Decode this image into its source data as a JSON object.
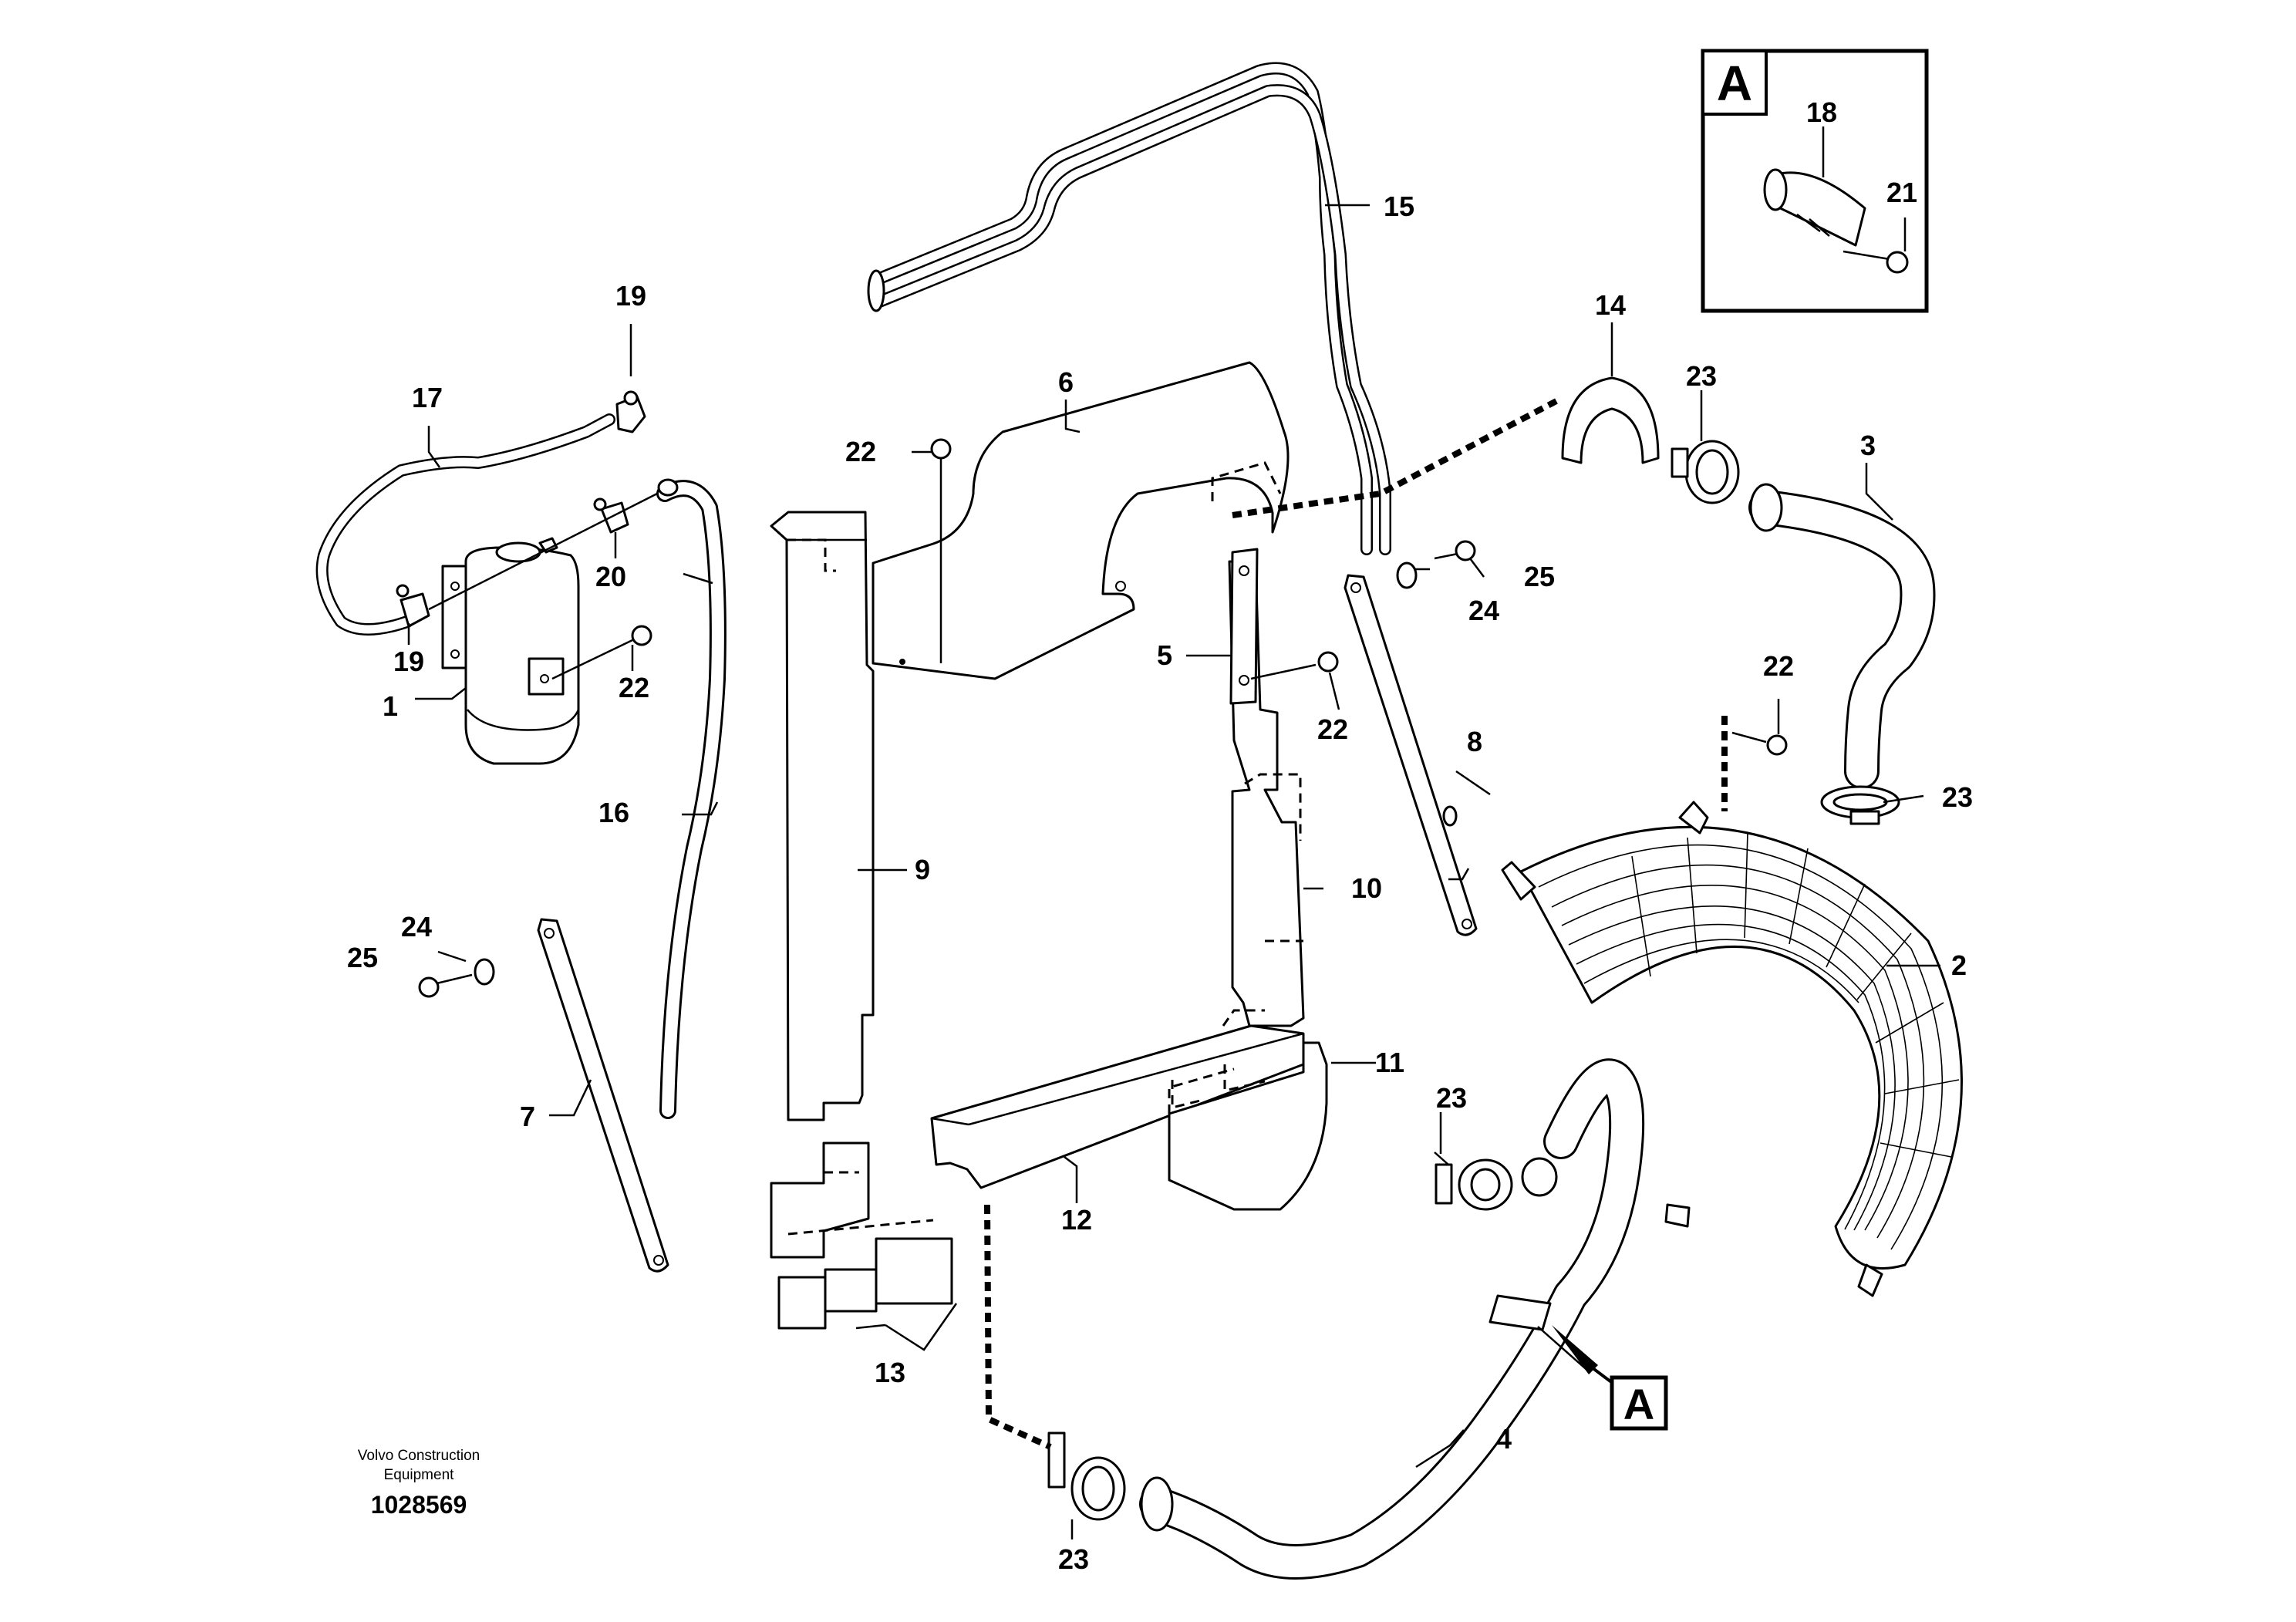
{
  "callouts": {
    "c1": "1",
    "c2": "2",
    "c3": "3",
    "c4": "4",
    "c5": "5",
    "c6": "6",
    "c7": "7",
    "c8": "8",
    "c9": "9",
    "c10": "10",
    "c11": "11",
    "c12": "12",
    "c13": "13",
    "c14": "14",
    "c15": "15",
    "c16": "16",
    "c17": "17",
    "c18": "18",
    "c19a": "19",
    "c19b": "19",
    "c20": "20",
    "c21": "21",
    "c22a": "22",
    "c22b": "22",
    "c22c": "22",
    "c22d": "22",
    "c23a": "23",
    "c23b": "23",
    "c23c": "23",
    "c23d": "23",
    "c24a": "24",
    "c24b": "24",
    "c25a": "25",
    "c25b": "25"
  },
  "detail": {
    "inset_label": "A",
    "view_label": "A"
  },
  "footer": {
    "maker_line1": "Volvo Construction",
    "maker_line2": "Equipment",
    "drawing_number": "1028569"
  }
}
